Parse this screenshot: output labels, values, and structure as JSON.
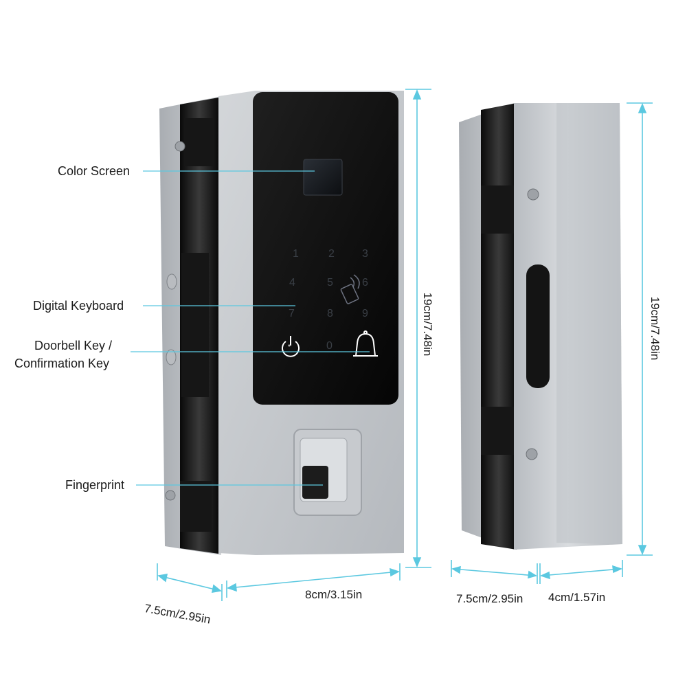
{
  "callouts": {
    "color_screen": "Color Screen",
    "digital_keyboard": "Digital Keyboard",
    "doorbell_line1": "Doorbell Key /",
    "doorbell_line2": "Confirmation Key",
    "fingerprint": "Fingerprint"
  },
  "keypad": {
    "keys": [
      "1",
      "2",
      "3",
      "4",
      "5",
      "6",
      "7",
      "8",
      "9",
      "0"
    ]
  },
  "dimensions": {
    "front_height": "19cm/7.48in",
    "front_depth": "7.5cm/2.95in",
    "front_width": "8cm/3.15in",
    "side_height": "19cm/7.48in",
    "side_depth": "7.5cm/2.95in",
    "side_width": "4cm/1.57in"
  },
  "colors": {
    "dimension_line": "#5bc8e0",
    "callout_line": "#5bc8e0",
    "panel_black": "#0d0d0d",
    "body_silver": "#c9ccd0",
    "clamp_black": "#1a1a1a"
  }
}
